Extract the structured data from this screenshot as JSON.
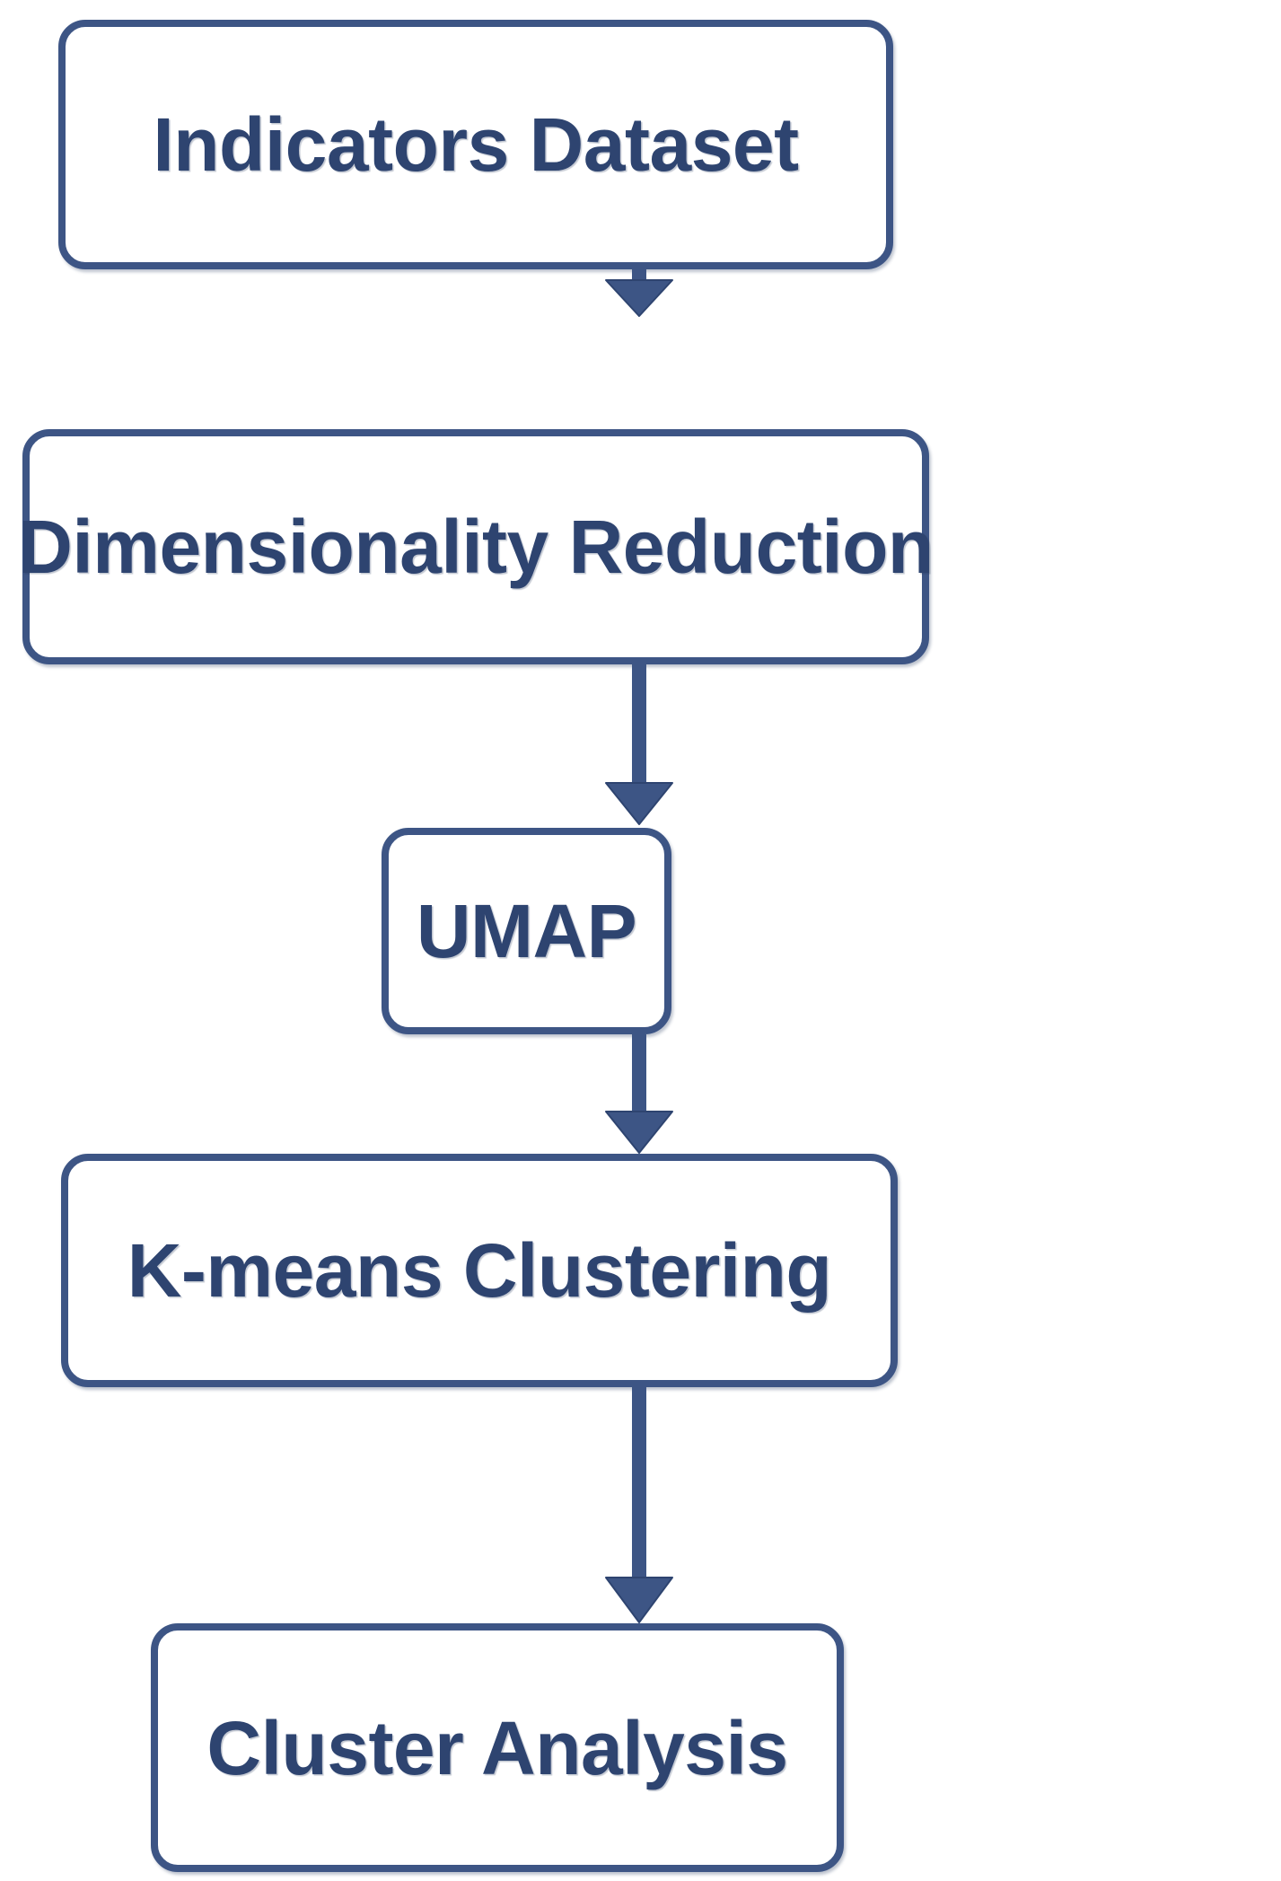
{
  "diagram": {
    "title": "Clustering pipeline flowchart",
    "orientation": "vertical-top-down",
    "colors": {
      "background": "#ffffff",
      "node_border": "#3d5585",
      "node_fill": "#ffffff",
      "text": "#2e4470",
      "arrow": "#3d5585"
    },
    "nodes": [
      {
        "id": "indicators-dataset",
        "label": "Indicators Dataset"
      },
      {
        "id": "dimensionality-reduction",
        "label": "Dimensionality Reduction"
      },
      {
        "id": "umap",
        "label": "UMAP"
      },
      {
        "id": "kmeans-clustering",
        "label": "K-means Clustering"
      },
      {
        "id": "cluster-analysis",
        "label": "Cluster Analysis"
      }
    ],
    "edges": [
      {
        "id": "edge-0",
        "from": "indicators-dataset",
        "to": "dimensionality-reduction",
        "marker": "arrowhead-down"
      },
      {
        "id": "edge-1",
        "from": "dimensionality-reduction",
        "to": "umap",
        "marker": "arrowhead-down"
      },
      {
        "id": "edge-2",
        "from": "umap",
        "to": "kmeans-clustering",
        "marker": "arrowhead-down"
      },
      {
        "id": "edge-3",
        "from": "kmeans-clustering",
        "to": "cluster-analysis",
        "marker": "arrowhead-down"
      }
    ]
  }
}
